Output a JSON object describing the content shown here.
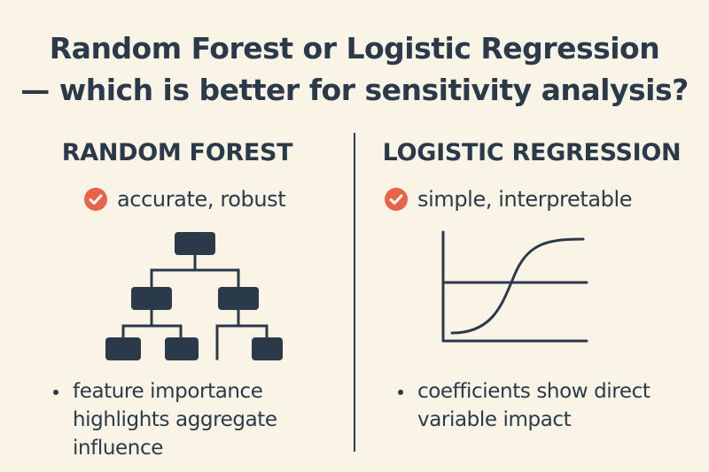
{
  "title": {
    "line1": "Random Forest or Logistic Regression",
    "line2": "— which is better for sensitivity analysis?"
  },
  "left": {
    "heading": "RANDOM FOREST",
    "check_label": "accurate, robust",
    "bullet_line1": "feature importance",
    "bullet_line2": "highlights aggregate",
    "bullet_line3": "influence",
    "icon": "decision-tree-icon"
  },
  "right": {
    "heading": "LOGISTIC REGRESSION",
    "check_label": "simple, interpretable",
    "bullet_line1": "coefficients show direct",
    "bullet_line2": "variable impact",
    "icon": "sigmoid-curve-icon"
  },
  "colors": {
    "background": "#faf4e6",
    "text": "#2b3a4a",
    "check_accent": "#e8634a"
  }
}
